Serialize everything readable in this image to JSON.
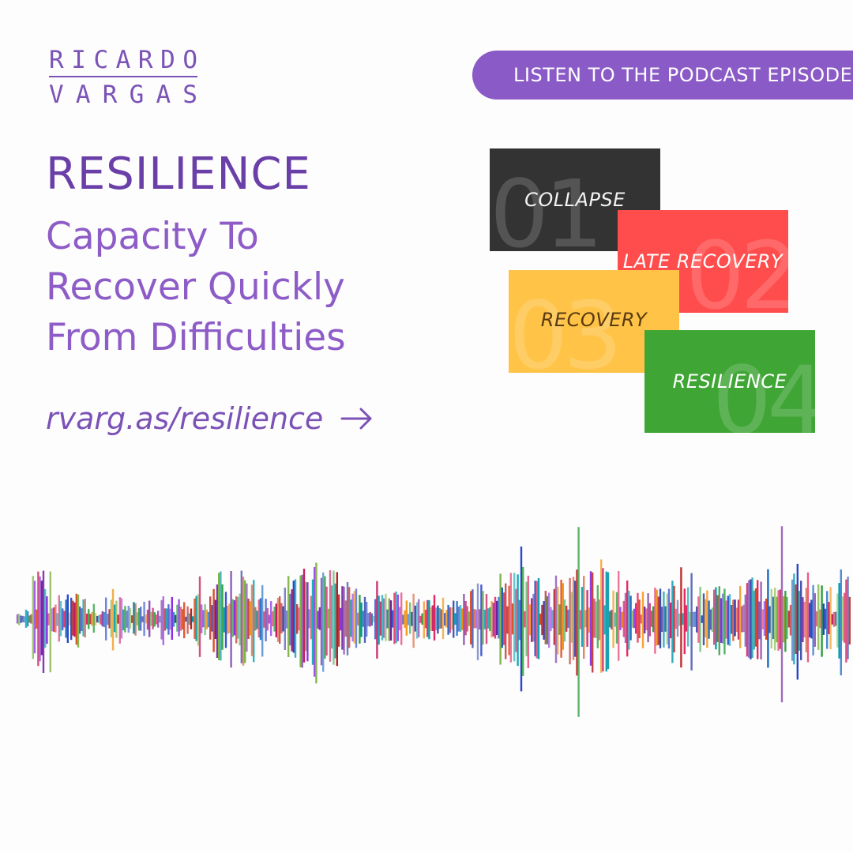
{
  "logo": {
    "line1": [
      "R",
      "I",
      "C",
      "A",
      "R",
      "D",
      "O"
    ],
    "line2": [
      "V",
      "A",
      "R",
      "G",
      "A",
      "S"
    ]
  },
  "header": {
    "title": "RESILIENCE",
    "subtitle": "Capacity To Recover Quickly From Difficulties",
    "link_text": "rvarg.as/resilience"
  },
  "cta": {
    "label": "LISTEN TO THE PODCAST EPISODE"
  },
  "stages": [
    {
      "num": "01",
      "label": "COLLAPSE",
      "color": "#333333"
    },
    {
      "num": "02",
      "label": "LATE RECOVERY",
      "color": "#ff4c4c"
    },
    {
      "num": "03",
      "label": "RECOVERY",
      "color": "#ffc447"
    },
    {
      "num": "04",
      "label": "RESILIENCE",
      "color": "#3fa535"
    }
  ],
  "colors": {
    "brand": "#7b52b6",
    "brand_light": "#8a5ac6"
  },
  "icons": {
    "link_arrow": "arrow-right-icon",
    "waveform": "audio-waveform"
  }
}
